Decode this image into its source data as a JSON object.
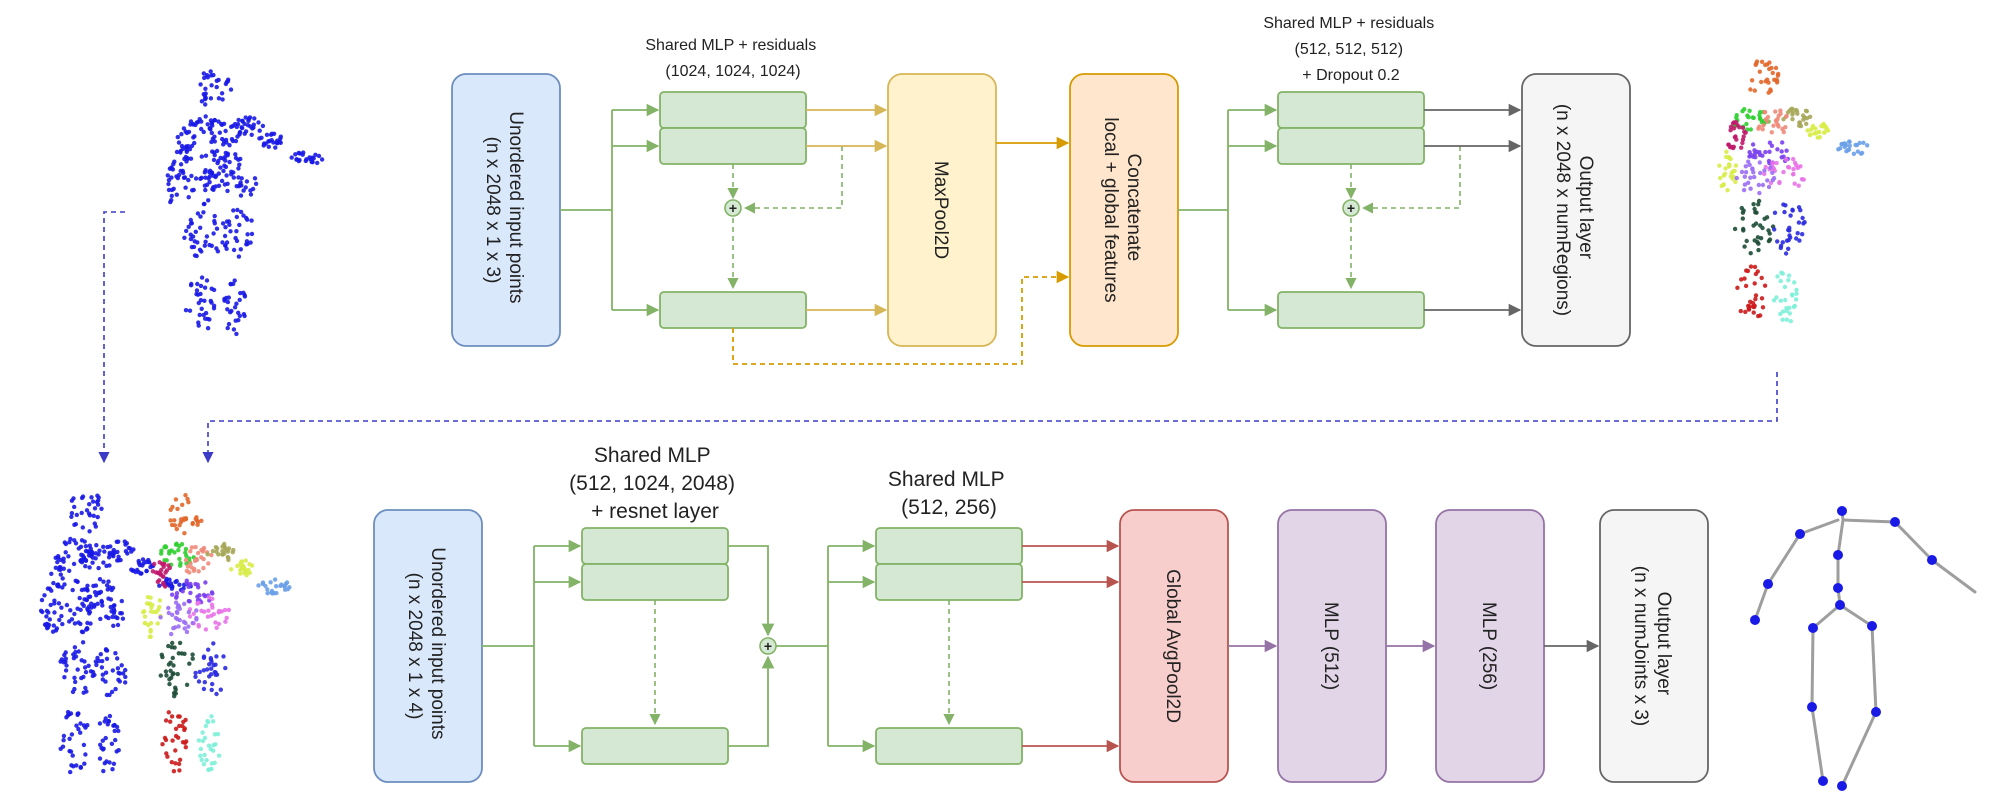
{
  "top_row": {
    "input_box": {
      "line1": "Unordered input points",
      "line2": "(n x 2048 x 1 x 3)"
    },
    "mlp1_label": {
      "line1": "Shared MLP + residuals",
      "line2": "(1024, 1024, 1024)"
    },
    "maxpool_box": {
      "line1": "MaxPool2D"
    },
    "concat_box": {
      "line1": "Concatenate",
      "line2": "local + global features"
    },
    "mlp2_label": {
      "line1": "Shared MLP + residuals",
      "line2": "(512, 512, 512)",
      "line3": "+ Dropout 0.2"
    },
    "output_box": {
      "line1": "Output layer",
      "line2": "(n x 2048 x numRegions)"
    }
  },
  "bottom_row": {
    "input_box": {
      "line1": "Unordered input points",
      "line2": "(n x 2048 x 1 x 4)"
    },
    "mlp1_label": {
      "line1": "Shared MLP",
      "line2": "(512, 1024, 2048)",
      "line3": "+ resnet layer"
    },
    "mlp2_label": {
      "line1": "Shared MLP",
      "line2": "(512, 256)"
    },
    "avgpool_box": {
      "line1": "Global AvgPool2D"
    },
    "mlp512_box": {
      "line1": "MLP (512)"
    },
    "mlp256_box": {
      "line1": "MLP (256)"
    },
    "output_box": {
      "line1": "Output layer",
      "line2": "(n x numJoints x 3)"
    }
  },
  "plus_symbol": "+",
  "colors": {
    "blue_fill": "#dae8fc",
    "blue_stroke": "#6c8ebf",
    "green_fill": "#d5e8d4",
    "green_stroke": "#82b366",
    "yellow_fill": "#fff2cc",
    "yellow_stroke": "#d6b656",
    "orange_fill": "#ffe6cc",
    "orange_stroke": "#d79b00",
    "gray_fill": "#f5f5f5",
    "gray_stroke": "#666666",
    "red_fill": "#f8cecc",
    "red_stroke": "#b85450",
    "purple_fill": "#e1d5e7",
    "purple_stroke": "#9673a6",
    "point_blue": "#1a1ae6"
  },
  "icons": [
    "point-cloud-input-icon",
    "segmented-point-cloud-icon",
    "skeleton-icon"
  ]
}
